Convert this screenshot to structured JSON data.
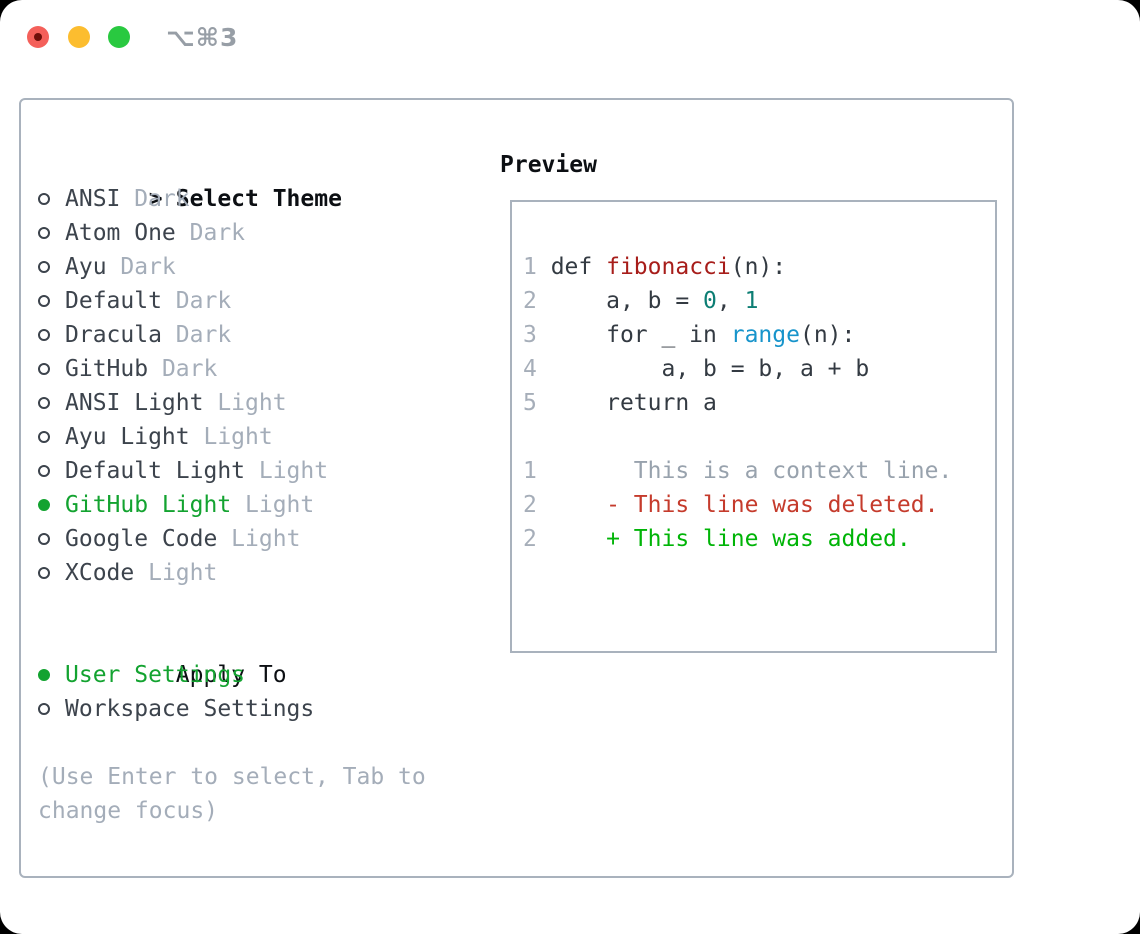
{
  "window": {
    "title": "⌥⌘3",
    "traffic_lights": {
      "close": "red",
      "minimize": "yellow",
      "zoom": "green"
    }
  },
  "theme_picker": {
    "heading_prefix": ">",
    "heading": "Select Theme",
    "themes": [
      {
        "name": "ANSI",
        "variant": "Dark",
        "selected": false
      },
      {
        "name": "Atom One",
        "variant": "Dark",
        "selected": false
      },
      {
        "name": "Ayu",
        "variant": "Dark",
        "selected": false
      },
      {
        "name": "Default",
        "variant": "Dark",
        "selected": false
      },
      {
        "name": "Dracula",
        "variant": "Dark",
        "selected": false
      },
      {
        "name": "GitHub",
        "variant": "Dark",
        "selected": false
      },
      {
        "name": "ANSI Light",
        "variant": "Light",
        "selected": false
      },
      {
        "name": "Ayu Light",
        "variant": "Light",
        "selected": false
      },
      {
        "name": "Default Light",
        "variant": "Light",
        "selected": false
      },
      {
        "name": "GitHub Light",
        "variant": "Light",
        "selected": true
      },
      {
        "name": "Google Code",
        "variant": "Light",
        "selected": false
      },
      {
        "name": "XCode",
        "variant": "Light",
        "selected": false
      }
    ],
    "apply_to": {
      "heading": "Apply To",
      "options": [
        {
          "label": "User Settings",
          "selected": true
        },
        {
          "label": "Workspace Settings",
          "selected": false
        }
      ]
    },
    "hint_lines": [
      "(Use Enter to select, Tab to",
      "change focus)"
    ]
  },
  "preview": {
    "heading": "Preview",
    "code_lines": [
      {
        "segments": [
          {
            "t": "1",
            "c": "ln"
          },
          {
            "t": " def ",
            "c": "pl"
          },
          {
            "t": "fibonacci",
            "c": "fn"
          },
          {
            "t": "(n):",
            "c": "pl"
          }
        ]
      },
      {
        "segments": [
          {
            "t": "2",
            "c": "ln"
          },
          {
            "t": "     a, b = ",
            "c": "pl"
          },
          {
            "t": "0",
            "c": "nu"
          },
          {
            "t": ", ",
            "c": "pl"
          },
          {
            "t": "1",
            "c": "nu"
          }
        ]
      },
      {
        "segments": [
          {
            "t": "3",
            "c": "ln"
          },
          {
            "t": "     for _ in ",
            "c": "pl"
          },
          {
            "t": "range",
            "c": "bi"
          },
          {
            "t": "(n):",
            "c": "pl"
          }
        ]
      },
      {
        "segments": [
          {
            "t": "4",
            "c": "ln"
          },
          {
            "t": "         a, b = b, a + b",
            "c": "pl"
          }
        ]
      },
      {
        "segments": [
          {
            "t": "5",
            "c": "ln"
          },
          {
            "t": "     return a",
            "c": "pl"
          }
        ]
      },
      {
        "segments": []
      },
      {
        "segments": [
          {
            "t": "1",
            "c": "ln"
          },
          {
            "t": "       This is a context line.",
            "c": "ctx"
          }
        ]
      },
      {
        "segments": [
          {
            "t": "2",
            "c": "ln"
          },
          {
            "t": "     - This line was deleted.",
            "c": "del"
          }
        ]
      },
      {
        "segments": [
          {
            "t": "2",
            "c": "ln"
          },
          {
            "t": "     + This line was added.",
            "c": "add"
          }
        ]
      }
    ]
  },
  "colors": {
    "selected_green": "#13a330",
    "added_green": "#00b407",
    "deleted_red": "#c53b2c",
    "function_red": "#a71d1a",
    "number_teal": "#0d7e74",
    "builtin_blue": "#1794cb",
    "dim_gray": "#a4adb9",
    "text_dark": "#3c434c",
    "border_gray": "#a9b2bd"
  }
}
